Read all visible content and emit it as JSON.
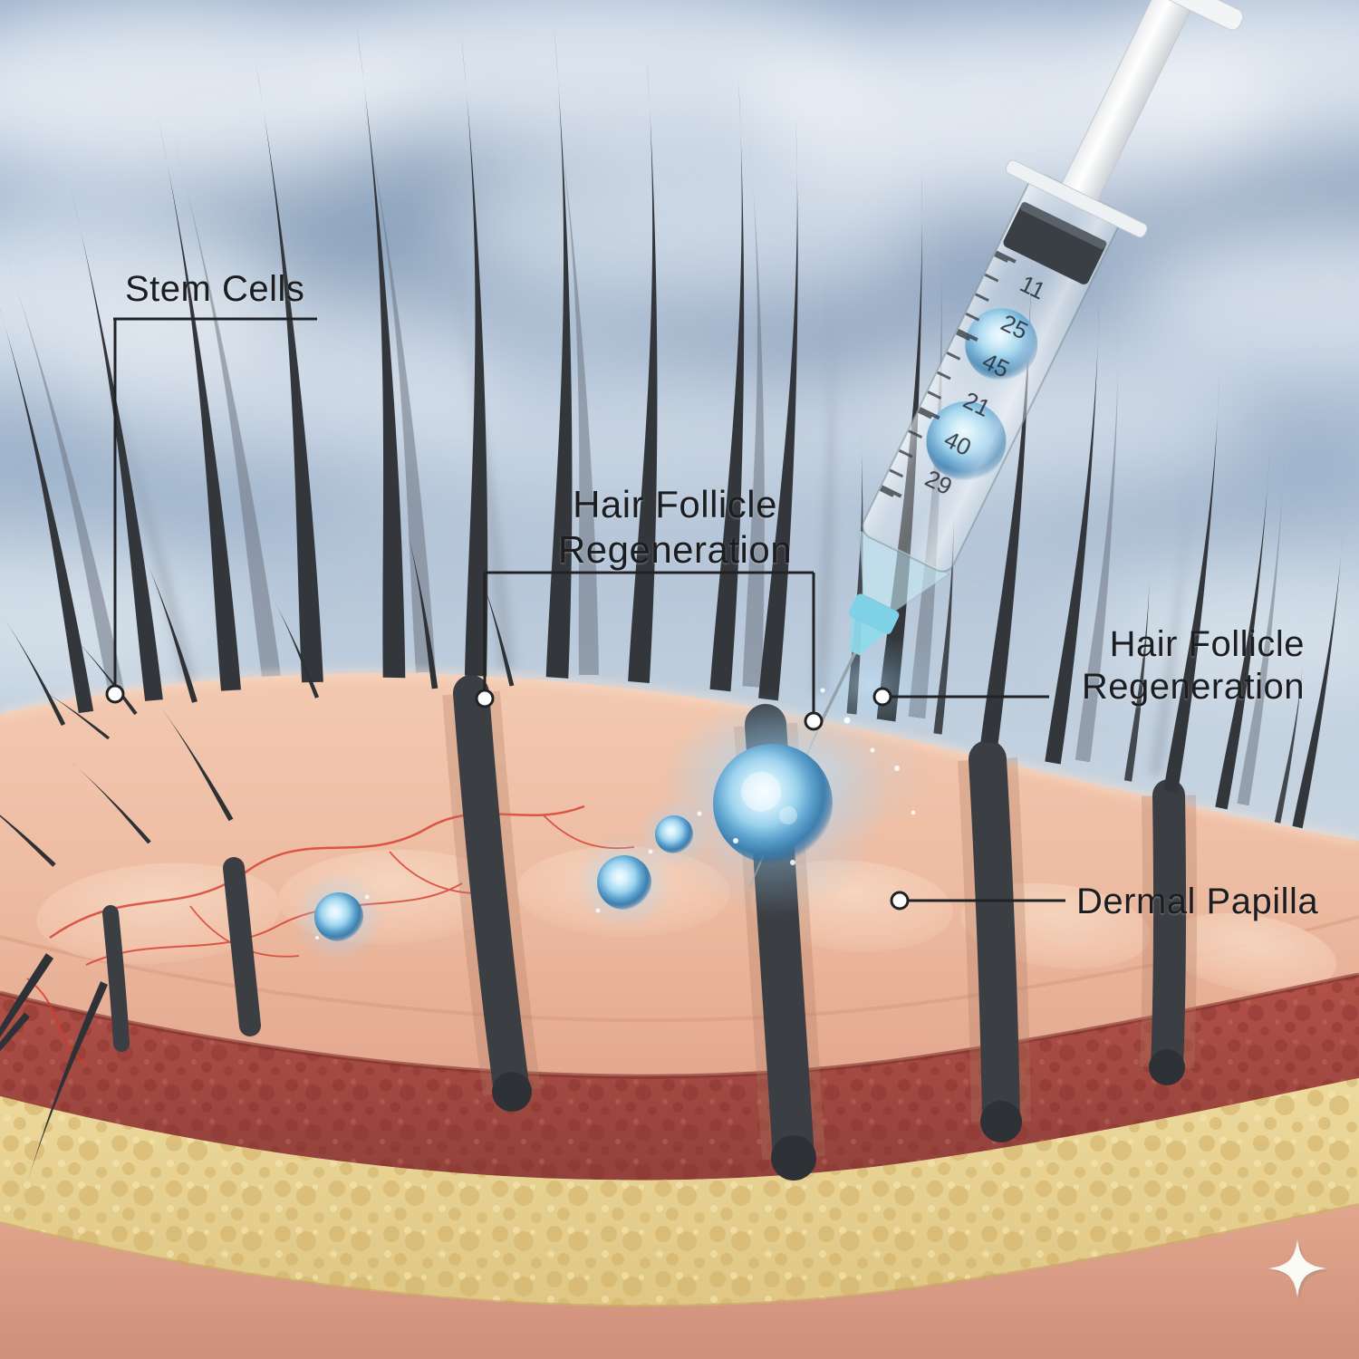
{
  "labels": {
    "stem_cells": "Stem Cells",
    "follicle_center": {
      "line1": "Hair Follicle",
      "line2": "Regeneration"
    },
    "follicle_right": {
      "line1": "Hair Follicle",
      "line2": "Regeneration"
    },
    "dermal_papilla": "Dermal Papilla"
  },
  "syringe": {
    "scale_marks": [
      "11",
      "25",
      "45",
      "21",
      "40",
      "29"
    ]
  },
  "icons": {
    "sparkle": "four-point-sparkle"
  },
  "colors": {
    "sky": "#a8bcd2",
    "skin": "#eebca2",
    "muscle_band": "#a4483f",
    "fat_band": "#e6d191",
    "hair": "#33373c",
    "cell_blue": "#5ea3cf",
    "needle_hub": "#7fd2e6",
    "label_text": "#1b1d20"
  }
}
